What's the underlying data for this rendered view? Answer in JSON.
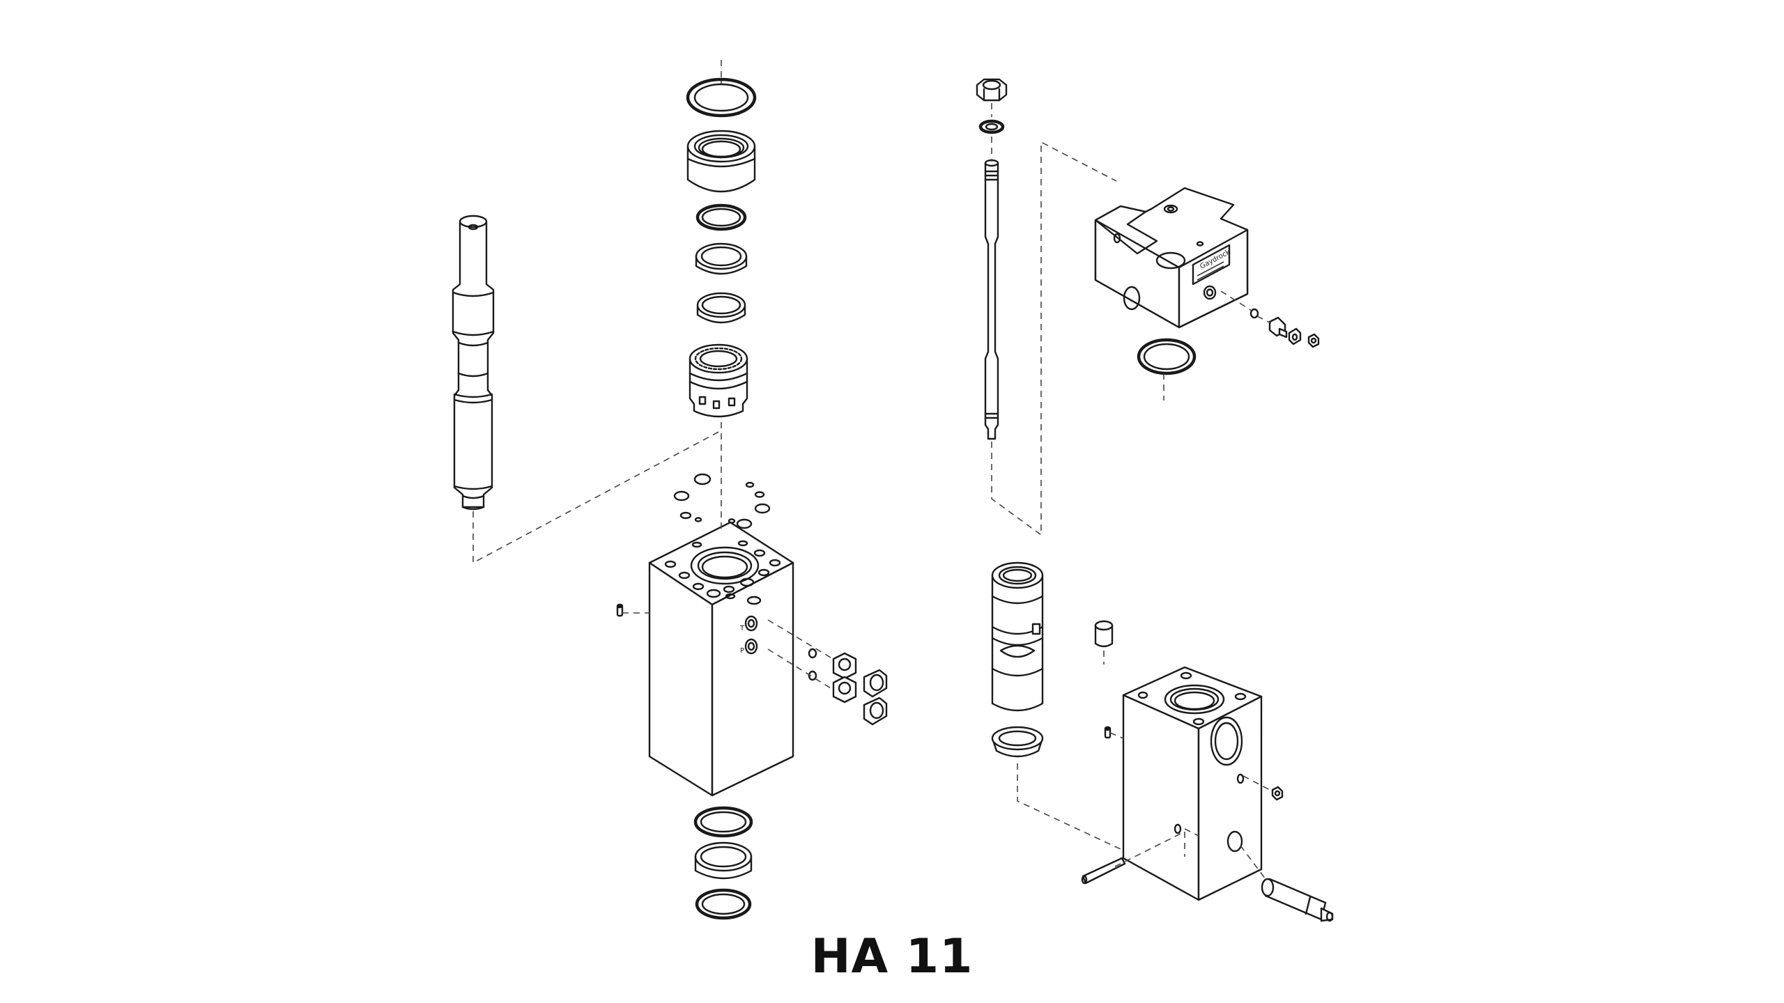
{
  "diagram": {
    "title": "HA 11",
    "plate_label": "Gaydrock",
    "port_labels": [
      "T",
      "P"
    ],
    "line_color": "#1a1a1a",
    "background": "#ffffff"
  }
}
